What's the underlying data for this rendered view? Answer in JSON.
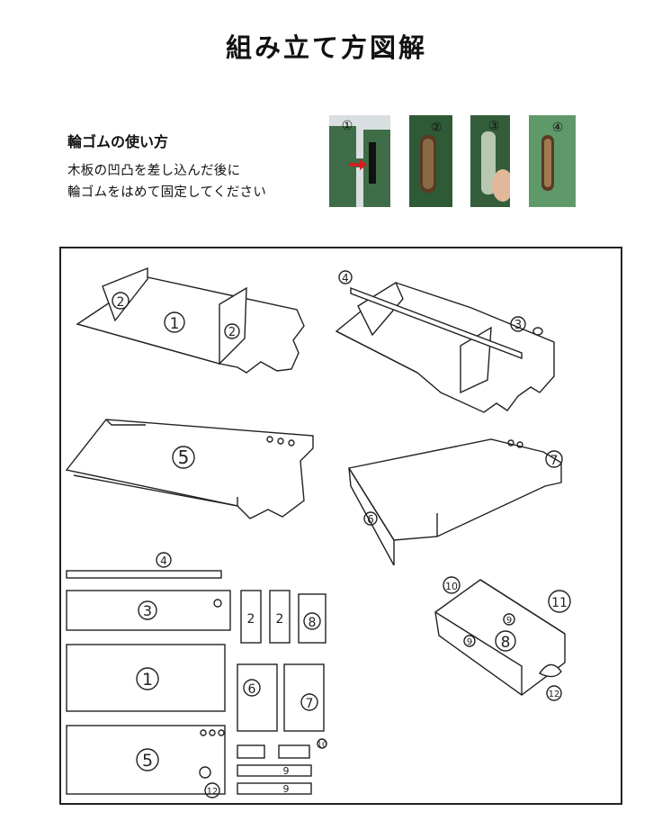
{
  "page": {
    "title": "組み立て方図解"
  },
  "rubber_band": {
    "heading": "輪ゴムの使い方",
    "line1": "木板の凹凸を差し込んだ後に",
    "line2": "輪ゴムをはめて固定してください"
  },
  "photos": [
    {
      "step": "①",
      "bg": "#3f6d47"
    },
    {
      "step": "②",
      "bg": "#2f5a36"
    },
    {
      "step": "③",
      "bg": "#345e3a"
    },
    {
      "step": "④",
      "bg": "#4f8a5a"
    }
  ],
  "callouts": {
    "c1": "1",
    "c2": "2",
    "c3": "3",
    "c4": "4",
    "c5": "5",
    "c6": "6",
    "c7": "7",
    "c8": "8",
    "c9": "9",
    "c10": "10",
    "c11": "11",
    "c12": "12"
  },
  "colors": {
    "ink": "#222222",
    "photo_red": "#d22020"
  }
}
